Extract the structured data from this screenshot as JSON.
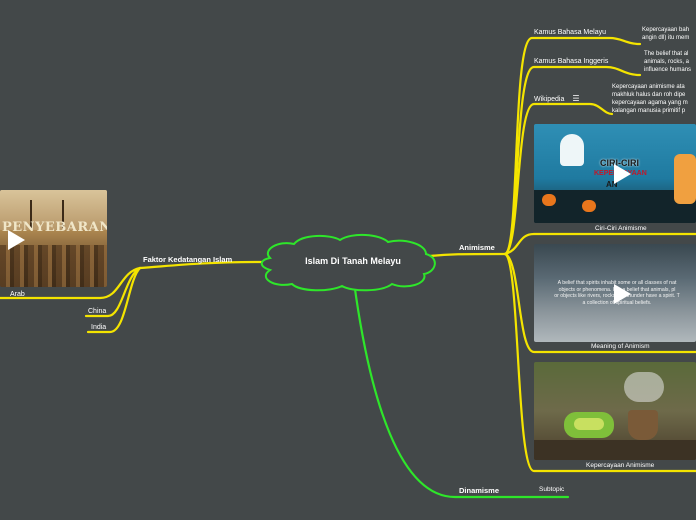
{
  "central": {
    "title": "Islam Di Tanah Melayu"
  },
  "branches": {
    "faktor": {
      "label": "Faktor Kedatangan Islam",
      "children": [
        "Arab",
        "China",
        "India"
      ],
      "image_text": "PENYEBARAN"
    },
    "animisme": {
      "label": "Animisme",
      "children": [
        {
          "label": "Kamus Bahasa Melayu",
          "note": [
            "Kepercayaan bah",
            "angin dll) itu mem"
          ]
        },
        {
          "label": "Kamus Bahasa Inggeris",
          "note": [
            "The belief that al",
            "animals, rocks, a",
            "influence humans"
          ]
        },
        {
          "label": "Wikipedia",
          "icon": "menu-icon",
          "note": [
            "Kepercayaan animisme ata",
            "makhluk halus dan roh dipe",
            "kepercayaan agama yang m",
            "kalangan manusia primitif p"
          ]
        }
      ],
      "media": [
        {
          "caption": "Ciri-Ciri Animisme",
          "text1": "CIRI-CIRI",
          "text2": "KEPERCAYAAN",
          "text3": "AN"
        },
        {
          "caption": "Meaning of Animism",
          "text": [
            "A belief that spirits inhabit some or all classes of nat",
            "objects or phenomena. It is a belief that animals, pl",
            "or objects like rivers, rocks and thunder have a spirit. T",
            "a collection of spiritual beliefs."
          ]
        },
        {
          "caption": "Kepercayaan Animisme"
        }
      ]
    },
    "dinamisme": {
      "label": "Dinamisme",
      "children": [
        "Subtopic"
      ]
    }
  },
  "colors": {
    "background": "#434849",
    "branch_yellow": "#f4e400",
    "branch_green": "#2ee62a",
    "center_fill": "#434849"
  }
}
